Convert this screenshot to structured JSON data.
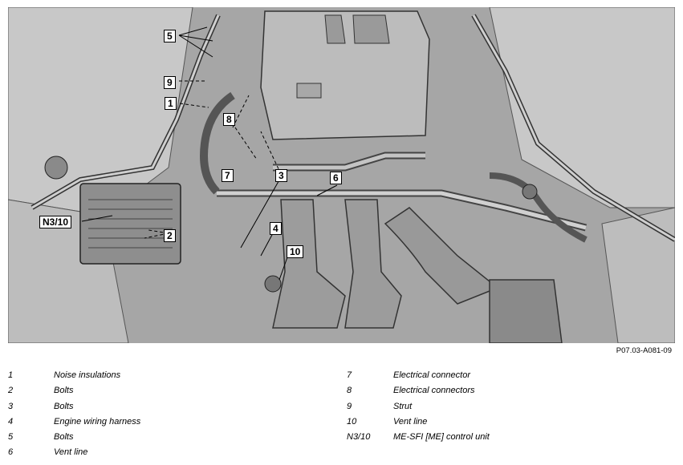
{
  "figure_id": "P07.03-A081-09",
  "callouts": {
    "c5": "5",
    "c9": "9",
    "c1": "1",
    "c8": "8",
    "c7": "7",
    "c3": "3",
    "c6": "6",
    "cn310": "N3/10",
    "c2": "2",
    "c4": "4",
    "c10": "10"
  },
  "legend": {
    "left": [
      {
        "num": "1",
        "desc": "Noise insulations"
      },
      {
        "num": "2",
        "desc": "Bolts"
      },
      {
        "num": "3",
        "desc": "Bolts"
      },
      {
        "num": "4",
        "desc": "Engine wiring harness"
      },
      {
        "num": "5",
        "desc": "Bolts"
      },
      {
        "num": "6",
        "desc": "Vent line"
      }
    ],
    "right": [
      {
        "num": "7",
        "desc": "Electrical connector"
      },
      {
        "num": "8",
        "desc": "Electrical connectors"
      },
      {
        "num": "9",
        "desc": "Strut"
      },
      {
        "num": "10",
        "desc": "Vent line"
      },
      {
        "num": "N3/10",
        "desc": "ME-SFI [ME] control unit"
      }
    ]
  }
}
